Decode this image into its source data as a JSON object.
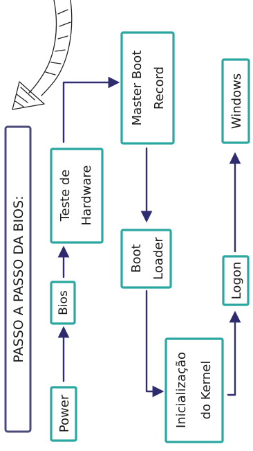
{
  "title": "PASSO A PASSO DA BIOS:",
  "nodes": {
    "power": "Power",
    "bios": "Bios",
    "teste_line1": "Teste de",
    "teste_line2": "Hardware",
    "mbr_line1": "Master Boot",
    "mbr_line2": "Record",
    "boot_line1": "Boot",
    "boot_line2": "Loader",
    "kernel_line1": "Inicialização",
    "kernel_line2": "do Kernel",
    "logon": "Logon",
    "windows": "Windows"
  },
  "colors": {
    "box_border": "#2aa7a0",
    "arrow": "#2e2c6e",
    "title_border": "#4a4a78"
  }
}
